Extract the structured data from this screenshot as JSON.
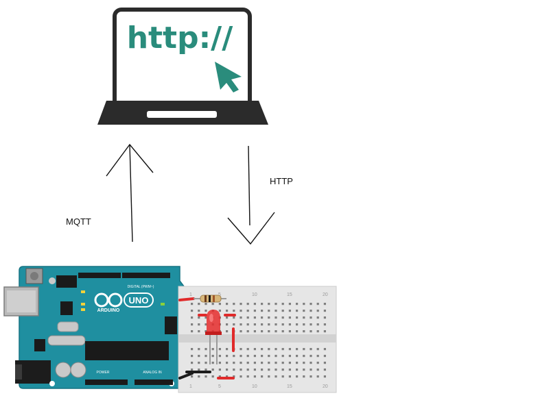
{
  "laptop": {
    "screen_text": "http://",
    "accent_color": "#2a8c7c"
  },
  "arrows": {
    "up_label": "MQTT",
    "down_label": "HTTP"
  },
  "arduino": {
    "logo_text": "ARDUINO",
    "model_text": "UNO",
    "digital_label": "DIGITAL (PWM~)",
    "power_label": "POWER",
    "analog_label": "ANALOG IN",
    "board_color": "#1f8fa0",
    "led_color": "#e52b2b"
  },
  "breadboard": {
    "top_numbers": [
      "1",
      "5",
      "10",
      "15",
      "20"
    ],
    "bottom_numbers": [
      "1",
      "5",
      "10",
      "15",
      "20"
    ]
  }
}
